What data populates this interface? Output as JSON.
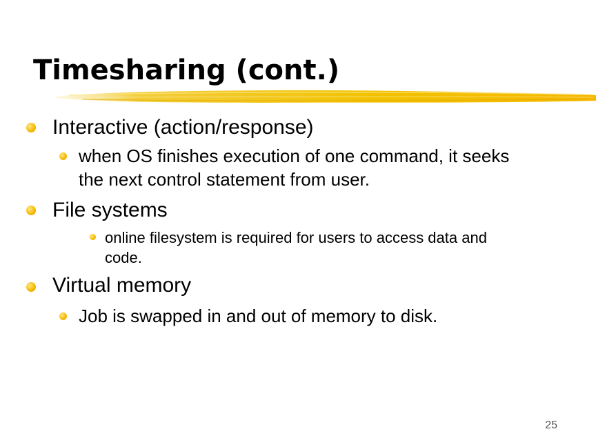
{
  "slide": {
    "title": "Timesharing (cont.)",
    "bullets": [
      {
        "text": "Interactive (action/response)",
        "sub": [
          "when OS finishes execution of one command, it seeks",
          "the next control statement from user."
        ]
      },
      {
        "text": "File systems",
        "sub": [
          "online filesystem is required for users to access data and",
          "code."
        ]
      },
      {
        "text": "Virtual memory",
        "sub": [
          "Job is swapped in  and out of memory to disk."
        ]
      }
    ],
    "page_number": "25"
  },
  "colors": {
    "bullet": "#f5b800",
    "brush": "#f2c200",
    "text": "#000000"
  },
  "icons": {
    "bullet": "yellow-dot-bullet-icon",
    "underline": "yellow-brush-stroke"
  }
}
